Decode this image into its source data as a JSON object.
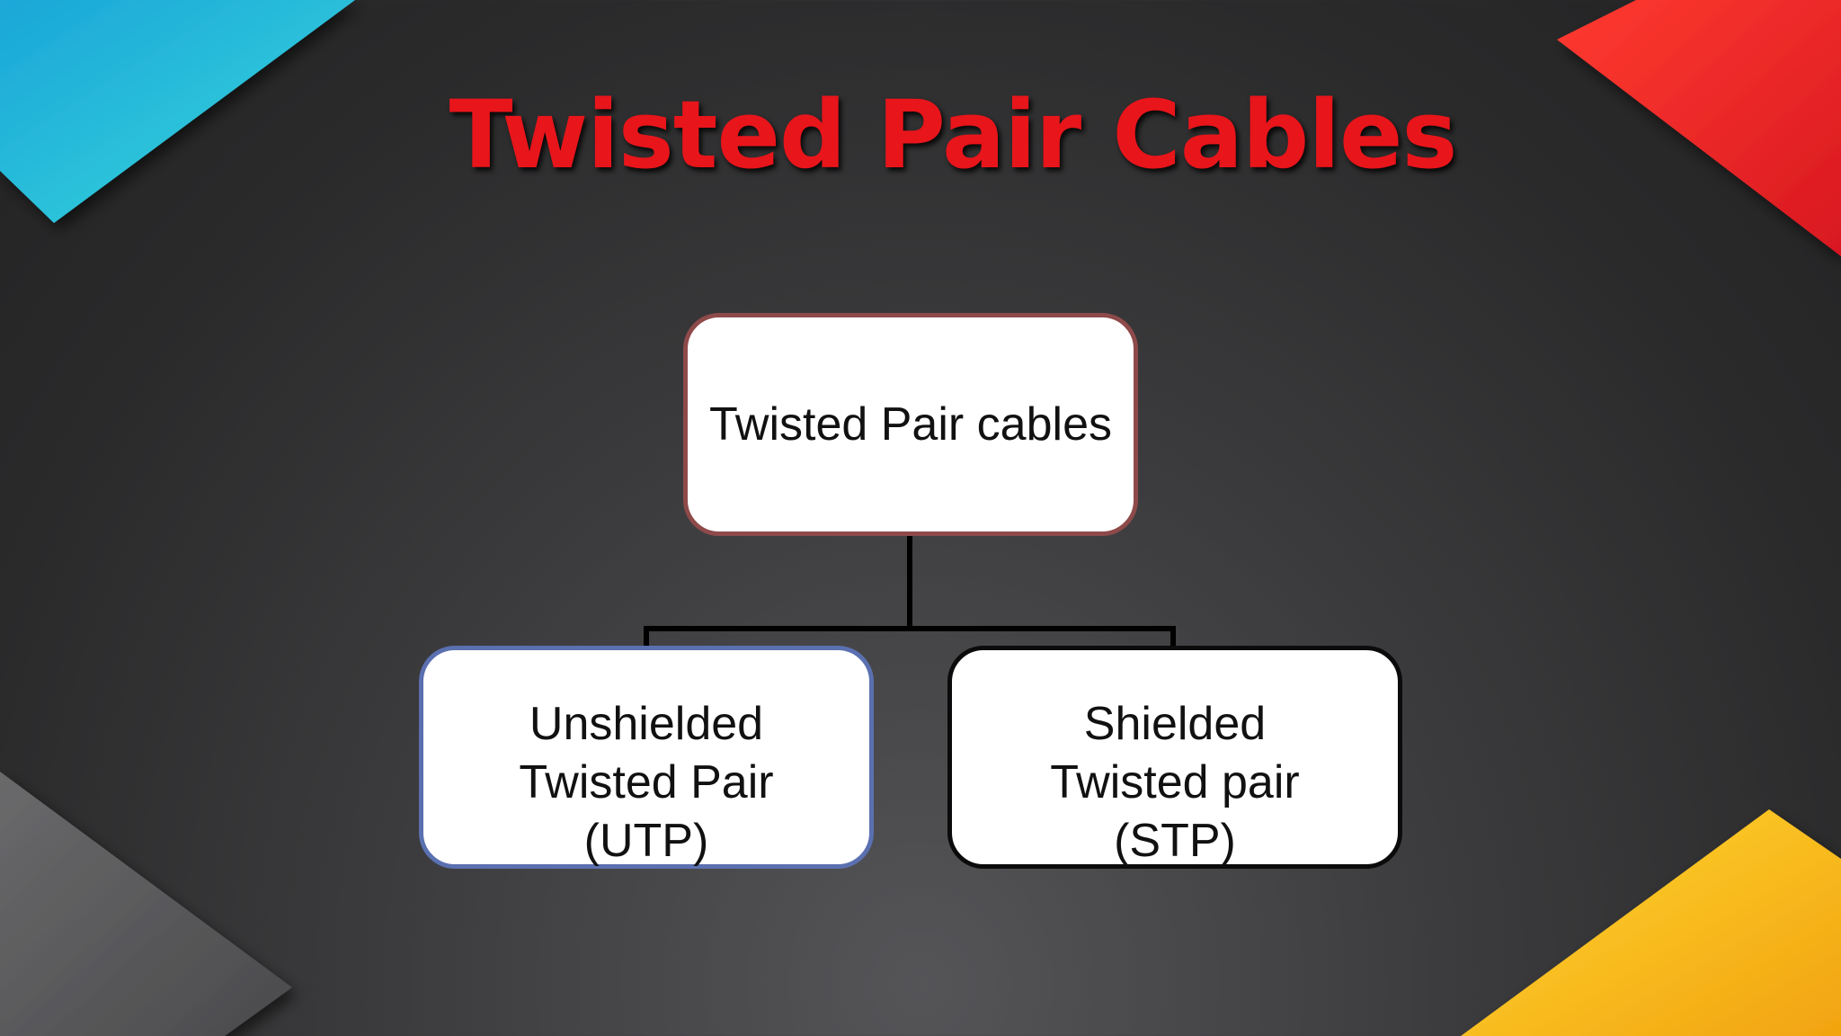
{
  "slide": {
    "title": "Twisted Pair Cables"
  },
  "diagram": {
    "root": {
      "label": "Twisted Pair cables"
    },
    "children": [
      {
        "label": "Unshielded\nTwisted Pair\n(UTP)"
      },
      {
        "label": "Shielded\nTwisted pair\n(STP)"
      }
    ]
  },
  "colors": {
    "title": "#e8151b",
    "root_border": "#8e4a4a",
    "utp_border": "#5a70b0",
    "stp_border": "#0b0b0b",
    "corner_top_left": "#29c4de",
    "corner_top_right": "#f2282b",
    "corner_bottom_right": "#f9c21d",
    "corner_bottom_left": "#5a5a5c"
  }
}
